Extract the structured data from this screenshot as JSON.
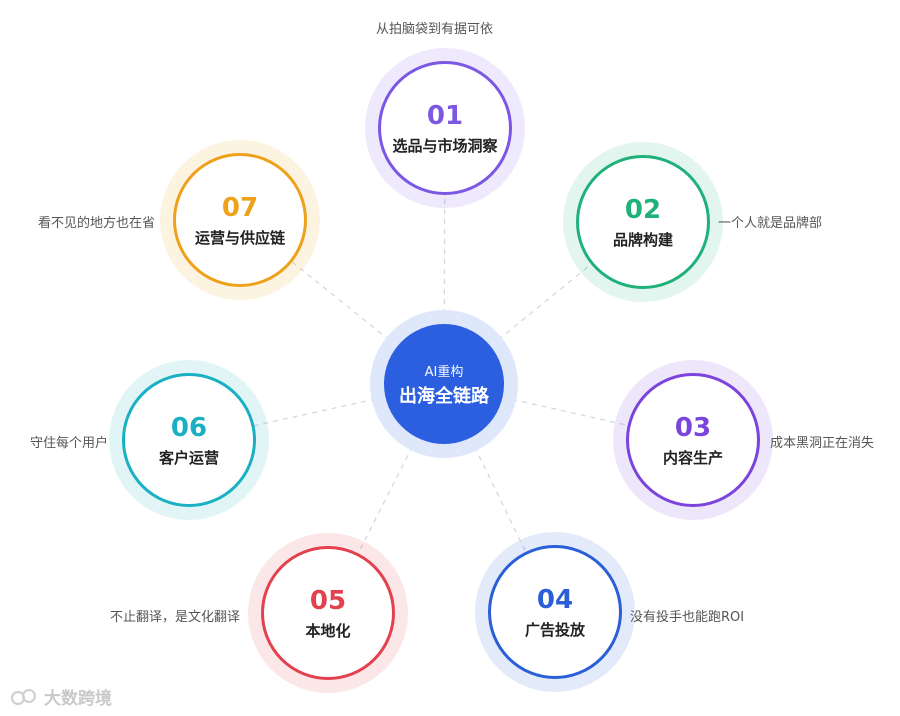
{
  "center": {
    "sub": "AI重构",
    "main": "出海全链路",
    "color": "#2b5fe0"
  },
  "nodes": [
    {
      "num": "01",
      "label": "选品与市场洞察",
      "tagline": "从拍脑袋到有据可依",
      "color": "#7b57e4"
    },
    {
      "num": "02",
      "label": "品牌构建",
      "tagline": "一个人就是品牌部",
      "color": "#1fb17a"
    },
    {
      "num": "03",
      "label": "内容生产",
      "tagline": "成本黑洞正在消失",
      "color": "#7a44dd"
    },
    {
      "num": "04",
      "label": "广告投放",
      "tagline": "没有投手也能跑ROI",
      "color": "#2a5fd8"
    },
    {
      "num": "05",
      "label": "本地化",
      "tagline": "不止翻译，是文化翻译",
      "color": "#e2414d"
    },
    {
      "num": "06",
      "label": "客户运营",
      "tagline": "守住每个用户",
      "color": "#19b0c4"
    },
    {
      "num": "07",
      "label": "运营与供应链",
      "tagline": "看不见的地方也在省",
      "color": "#eea21b"
    }
  ],
  "watermark": {
    "text": "大数跨境"
  }
}
